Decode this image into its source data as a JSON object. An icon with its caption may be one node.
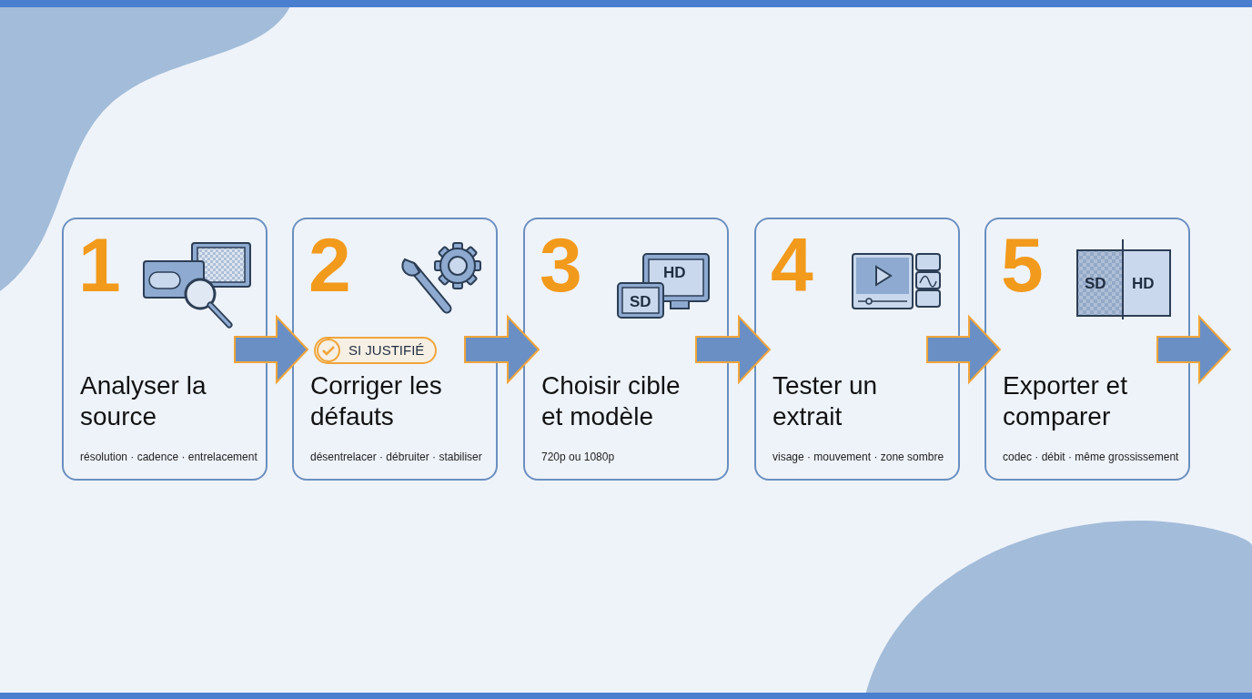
{
  "diagram": {
    "nodes": [
      {
        "text": [
          "1",
          "Analyser la source",
          "résolution · cadence · entrelacement"
        ]
      },
      {
        "text": [
          "2",
          "SI JUSTIFIÉ",
          "Corriger les défauts",
          "désentrelacer · débruiter · stabiliser"
        ]
      },
      {
        "text": [
          "3",
          "Choisir cible et modèle",
          "720p ou 1080p"
        ]
      },
      {
        "text": [
          "4",
          "Tester un extrait",
          "visage · mouvement · zone sombre"
        ]
      },
      {
        "text": [
          "5",
          "Exporter et comparer",
          "codec · débit · même grossissement"
        ]
      }
    ],
    "edges": [
      {
        "from": 0,
        "to": 1,
        "arrow": "to"
      },
      {
        "from": 1,
        "to": 2,
        "arrow": "to"
      },
      {
        "from": 2,
        "to": 3,
        "arrow": "to"
      },
      {
        "from": 3,
        "to": 4,
        "arrow": "to"
      },
      {
        "from": 4,
        "to": null,
        "arrow": "to"
      }
    ],
    "labels": [
      "HD",
      "SD",
      "SD",
      "HD"
    ]
  }
}
